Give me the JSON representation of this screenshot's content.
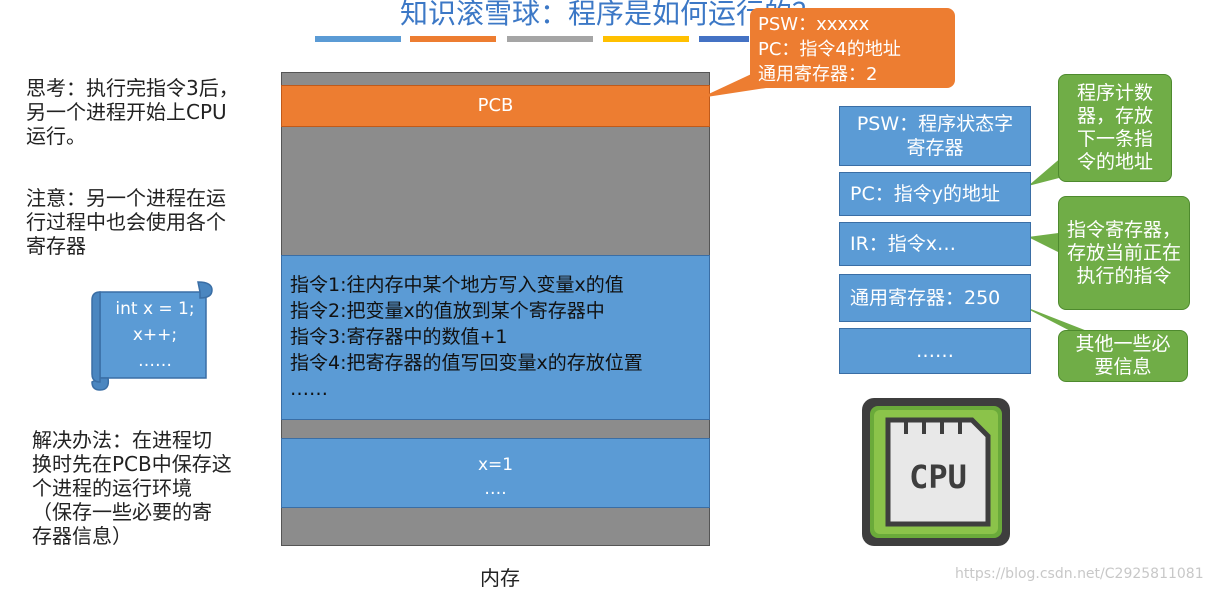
{
  "title": "知识滚雪球：程序是如何运行的？",
  "colors": {
    "orange": "#ed7d31",
    "blue": "#5b9bd5",
    "green": "#70ad47",
    "gray": "#8c8c8c",
    "title_blue": "#3c78c6",
    "bar_colors": [
      "#5b9bd5",
      "#ed7d31",
      "#a5a5a5",
      "#ffc000",
      "#4472c4"
    ]
  },
  "left": {
    "think": "思考：执行完指令3后，\n另一个进程开始上CPU\n运行。",
    "note": "注意：另一个进程在运\n行过程中也会使用各个\n寄存器",
    "code": [
      "int x = 1;",
      "x++;",
      "……"
    ],
    "solution": "解决办法：在进程切\n换时先在PCB中保存这\n个进程的运行环境\n（保存一些必要的寄\n存器信息）"
  },
  "memory": {
    "pcb_label": "PCB",
    "instructions": [
      "指令1:往内存中某个地方写入变量x的值",
      "指令2:把变量x的值放到某个寄存器中",
      "指令3:寄存器中的数值+1",
      "指令4:把寄存器的值写回变量x的存放位置",
      "……"
    ],
    "data": [
      "x=1",
      "…."
    ],
    "label": "内存"
  },
  "pcb_bubble": [
    "PSW：xxxxx",
    "PC：指令4的地址",
    "通用寄存器：2"
  ],
  "registers": {
    "psw": "PSW：程序状态字寄存器",
    "pc": "PC：指令y的地址",
    "ir": "IR：指令x…",
    "general": "通用寄存器：250",
    "more": "……"
  },
  "callouts": {
    "pc": "程序计数器，存放下一条指令的地址",
    "ir": "指令寄存器，存放当前正在执行的指令",
    "other": "其他一些必要信息"
  },
  "cpu": {
    "label": "CPU",
    "icon": "cpu-chip-icon"
  },
  "watermark": "https://blog.csdn.net/C2925811081"
}
